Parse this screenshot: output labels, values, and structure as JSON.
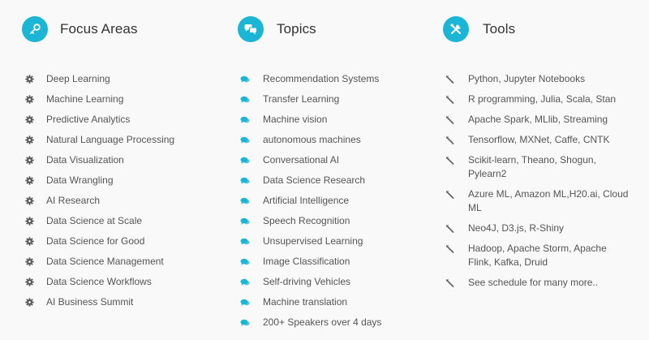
{
  "colors": {
    "accent": "#1bb5d5",
    "bullet_gear": "#555555",
    "bullet_chat": "#1bb5d5",
    "bullet_wrench": "#666666"
  },
  "columns": [
    {
      "icon": "key-icon",
      "title": "Focus Areas",
      "bullet_icon": "gear-icon",
      "items": [
        "Deep Learning",
        "Machine Learning",
        "Predictive Analytics",
        "Natural Language Processing",
        "Data Visualization",
        "Data Wrangling",
        "AI Research",
        "Data Science at Scale",
        "Data Science for Good",
        "Data Science Management",
        "Data Science Workflows",
        "AI Business Summit"
      ]
    },
    {
      "icon": "chat-bubbles-icon",
      "title": "Topics",
      "bullet_icon": "chat-icon",
      "items": [
        "Recommendation Systems",
        "Transfer Learning",
        "Machine vision",
        "autonomous machines",
        "Conversational AI",
        "Data Science Research",
        "Artificial Intelligence",
        "Speech Recognition",
        "Unsupervised Learning",
        "Image Classification",
        "Self-driving Vehicles",
        "Machine translation",
        "200+ Speakers over 4 days"
      ]
    },
    {
      "icon": "tools-icon",
      "title": "Tools",
      "bullet_icon": "wrench-icon",
      "items": [
        "Python, Jupyter Notebooks",
        "R programming, Julia, Scala, Stan",
        "Apache Spark, MLlib, Streaming",
        "Tensorflow, MXNet, Caffe, CNTK",
        "Scikit-learn, Theano, Shogun, Pylearn2",
        "Azure ML, Amazon ML,H20.ai, Cloud ML",
        "Neo4J, D3.js, R-Shiny",
        "Hadoop, Apache Storm, Apache Flink, Kafka, Druid",
        "See schedule for many more.."
      ]
    }
  ]
}
